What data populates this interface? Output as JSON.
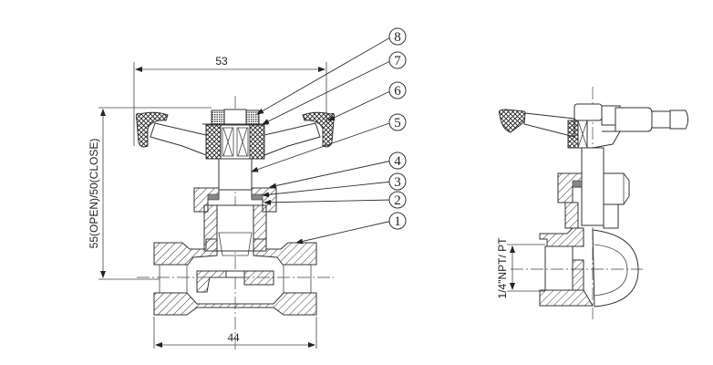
{
  "drawing": {
    "title": "Needle / globe valve assembly drawing",
    "front_view": {
      "dimensions": {
        "handwheel_width": "53",
        "body_length": "44",
        "height": "55(OPEN)/50(CLOSE)"
      }
    },
    "side_view": {
      "dimensions": {
        "port_thread": "1/4\"NPT/ PT"
      }
    },
    "part_callouts": [
      {
        "number": "8",
        "label": "8"
      },
      {
        "number": "7",
        "label": "7"
      },
      {
        "number": "6",
        "label": "6"
      },
      {
        "number": "5",
        "label": "5"
      },
      {
        "number": "4",
        "label": "4"
      },
      {
        "number": "3",
        "label": "3"
      },
      {
        "number": "2",
        "label": "2"
      },
      {
        "number": "1",
        "label": "1"
      }
    ],
    "colors": {
      "line": "#333333",
      "background": "#ffffff"
    }
  }
}
